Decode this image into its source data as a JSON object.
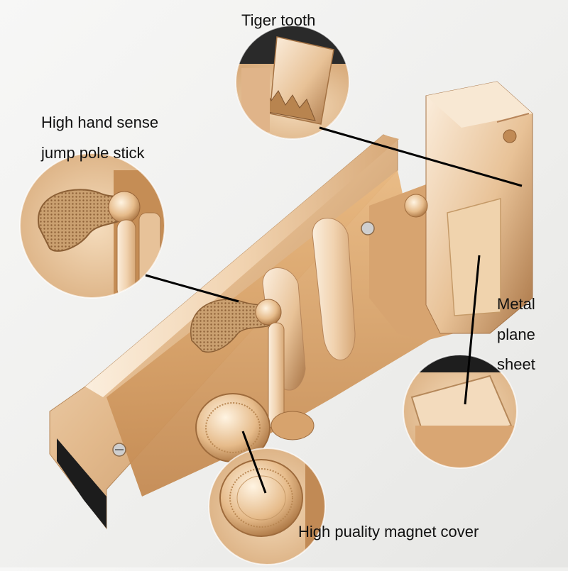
{
  "image_kind": "product-photo-belt-buckle",
  "colors": {
    "background": "#f0f0ee",
    "gold_light": "#f3dcc0",
    "gold_mid": "#d9ad7e",
    "gold_dark": "#9c6a3e",
    "callout_line": "#000000",
    "label_text": "#111111"
  },
  "labels": {
    "tiger_tooth": "Tiger tooth",
    "jump_pole_line1": "High hand sense",
    "jump_pole_line2": "jump pole stick",
    "metal_line1": "Metal",
    "metal_line2": "plane",
    "metal_line3": "sheet",
    "magnet_cover": "High puality magnet cover"
  }
}
